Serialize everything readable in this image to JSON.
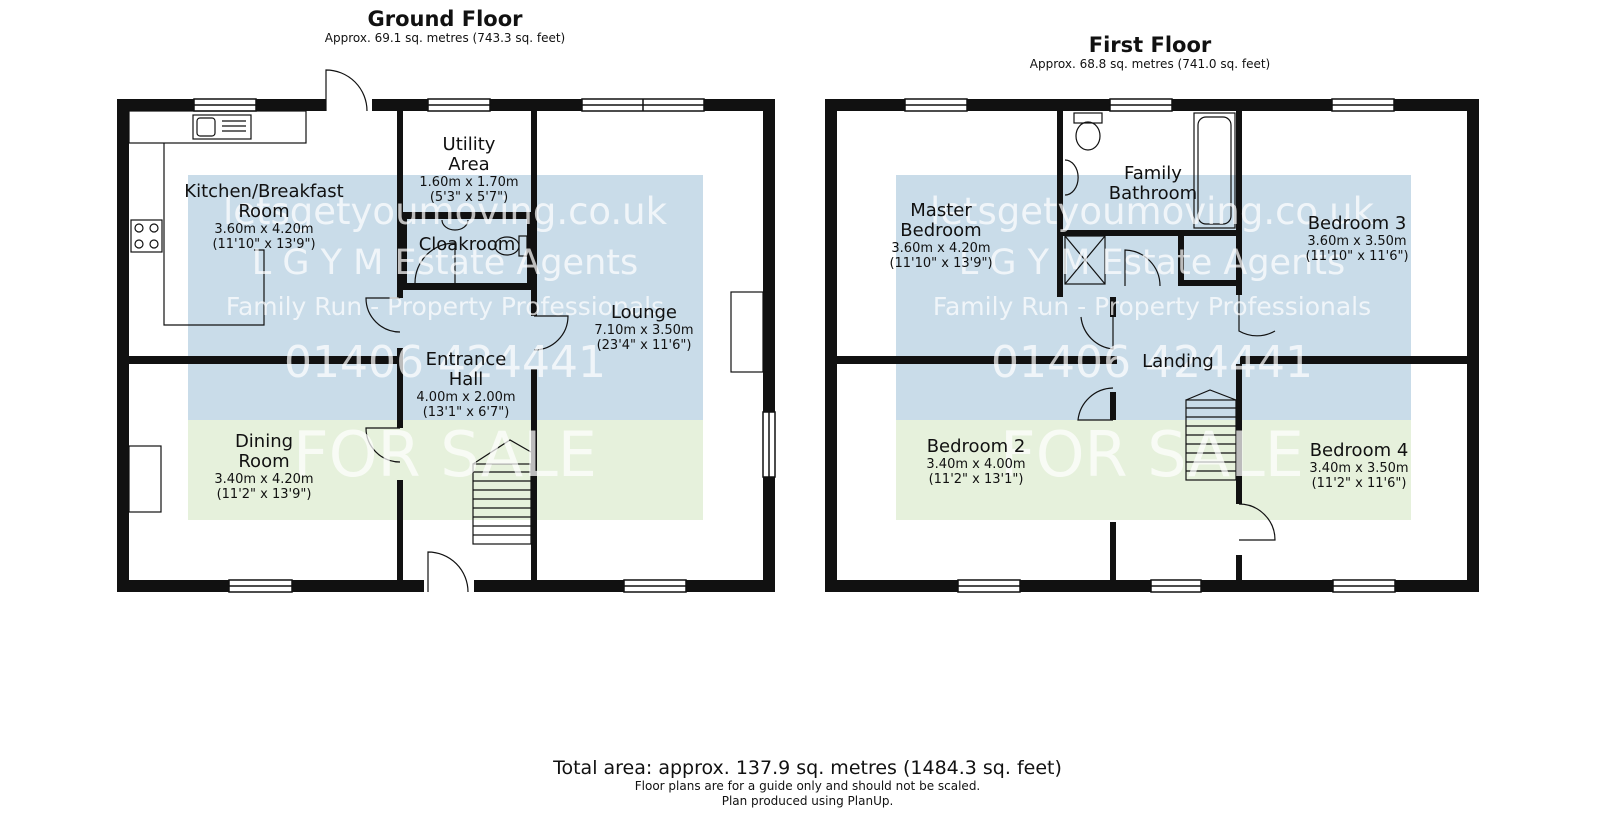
{
  "colors": {
    "wall": "#111111",
    "overlay_blue": "#c9dce9",
    "overlay_green": "#e6f1dc",
    "watermark_text": "#ffffff"
  },
  "icons": [
    "door-swing-icon",
    "window-icon",
    "staircase-icon",
    "sink-icon",
    "hob-icon",
    "toilet-icon",
    "bath-icon",
    "shower-icon",
    "basin-icon"
  ],
  "ground_floor": {
    "title": "Ground Floor",
    "area": "Approx. 69.1 sq. metres (743.3 sq. feet)",
    "rooms": [
      {
        "name": "Kitchen/Breakfast\nRoom",
        "metric": "3.60m x 4.20m",
        "imperial": "(11'10\" x 13'9\")"
      },
      {
        "name": "Utility\nArea",
        "metric": "1.60m x 1.70m",
        "imperial": "(5'3\" x 5'7\")"
      },
      {
        "name": "Cloakroom",
        "metric": "",
        "imperial": ""
      },
      {
        "name": "Lounge",
        "metric": "7.10m x 3.50m",
        "imperial": "(23'4\" x 11'6\")"
      },
      {
        "name": "Entrance\nHall",
        "metric": "4.00m x 2.00m",
        "imperial": "(13'1\" x 6'7\")"
      },
      {
        "name": "Dining\nRoom",
        "metric": "3.40m x 4.20m",
        "imperial": "(11'2\" x 13'9\")"
      }
    ]
  },
  "first_floor": {
    "title": "First Floor",
    "area": "Approx. 68.8 sq. metres (741.0 sq. feet)",
    "rooms": [
      {
        "name": "Master\nBedroom",
        "metric": "3.60m x 4.20m",
        "imperial": "(11'10\" x 13'9\")"
      },
      {
        "name": "Family\nBathroom",
        "metric": "",
        "imperial": ""
      },
      {
        "name": "Bedroom 3",
        "metric": "3.60m x 3.50m",
        "imperial": "(11'10\" x 11'6\")"
      },
      {
        "name": "Landing",
        "metric": "",
        "imperial": ""
      },
      {
        "name": "Bedroom 2",
        "metric": "3.40m x 4.00m",
        "imperial": "(11'2\" x 13'1\")"
      },
      {
        "name": "Bedroom 4",
        "metric": "3.40m x 3.50m",
        "imperial": "(11'2\" x 11'6\")"
      }
    ]
  },
  "watermark": {
    "url": "letsgetyoumoving.co.uk",
    "name": "L G Y M Estate Agents",
    "tagline": "Family Run - Property Professionals",
    "phone": "01406 424441",
    "sale": "FOR SALE"
  },
  "footer": {
    "total": "Total area: approx. 137.9 sq. metres (1484.3 sq. feet)",
    "note1": "Floor plans are for a guide only and should not be scaled.",
    "note2": "Plan produced using PlanUp."
  }
}
